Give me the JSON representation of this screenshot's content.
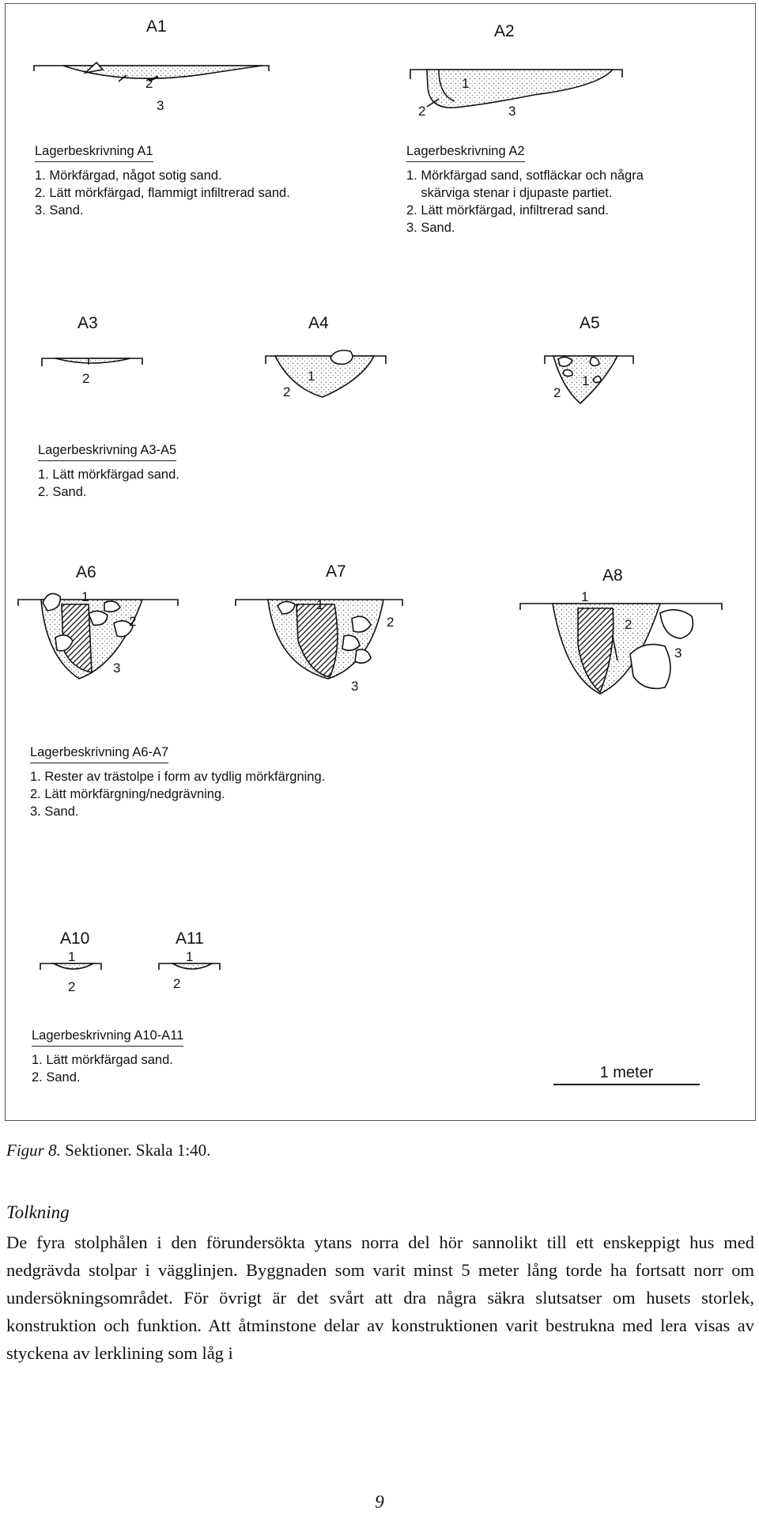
{
  "figure": {
    "sections": {
      "A1": {
        "label": "A1",
        "layers": [
          "2",
          "3"
        ]
      },
      "A2": {
        "label": "A2",
        "layers": [
          "1",
          "2",
          "3"
        ]
      },
      "A3": {
        "label": "A3",
        "layers": [
          "2"
        ]
      },
      "A4": {
        "label": "A4",
        "layers": [
          "1",
          "2"
        ]
      },
      "A5": {
        "label": "A5",
        "layers": [
          "1",
          "2"
        ]
      },
      "A6": {
        "label": "A6",
        "layers": [
          "1",
          "2",
          "3"
        ]
      },
      "A7": {
        "label": "A7",
        "layers": [
          "1",
          "2",
          "3"
        ]
      },
      "A8": {
        "label": "A8",
        "layers": [
          "1",
          "2",
          "3"
        ]
      },
      "A10": {
        "label": "A10",
        "layers": [
          "1",
          "2"
        ]
      },
      "A11": {
        "label": "A11",
        "layers": [
          "1",
          "2"
        ]
      }
    },
    "descriptions": {
      "A1": {
        "heading": "Lagerbeskrivning A1",
        "lines": [
          "1. Mörkfärgad, något sotig sand.",
          "2. Lätt mörkfärgad, flammigt infiltrerad sand.",
          "3. Sand."
        ]
      },
      "A2": {
        "heading": "Lagerbeskrivning A2",
        "lines": [
          "1. Mörkfärgad sand, sotfläckar och några",
          "    skärviga stenar i djupaste partiet.",
          "2. Lätt mörkfärgad, infiltrerad sand.",
          "3. Sand."
        ]
      },
      "A3_A5": {
        "heading": "Lagerbeskrivning A3-A5",
        "lines": [
          "1. Lätt mörkfärgad sand.",
          "2. Sand."
        ]
      },
      "A6_A7": {
        "heading": "Lagerbeskrivning A6-A7",
        "lines": [
          "1. Rester av trästolpe i form av tydlig mörkfärgning.",
          "2. Lätt mörkfärgning/nedgrävning.",
          "3. Sand."
        ]
      },
      "A10_A11": {
        "heading": "Lagerbeskrivning A10-A11",
        "lines": [
          "1. Lätt mörkfärgad sand.",
          "2. Sand."
        ]
      }
    },
    "scale_bar": "1 meter"
  },
  "caption": {
    "label": "Figur 8.",
    "text": " Sektioner. Skala 1:40."
  },
  "section_heading": "Tolkning",
  "body": "De fyra stolphålen i den förundersökta ytans norra del hör sannolikt till ett enskeppigt hus med nedgrävda stolpar i vägglinjen. Byggnaden som varit minst 5 meter lång torde ha fortsatt norr om undersökningsområdet. För övrigt är det svårt att dra några säkra slutsatser om husets storlek, konstruktion och funktion. Att åtminstone delar av konstruktionen varit bestrukna med lera visas av styckena av lerklining som låg i",
  "page_number": "9"
}
